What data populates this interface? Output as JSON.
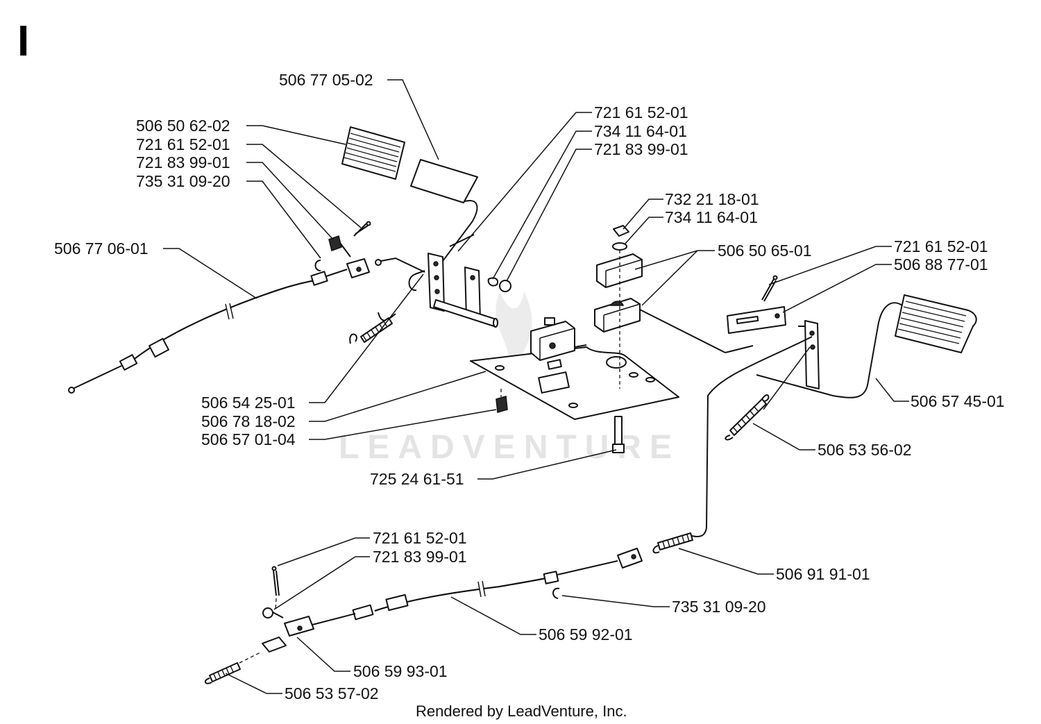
{
  "page_title": "I",
  "watermark": "LEADVENTURE",
  "footer": "Rendered by LeadVenture, Inc.",
  "callouts": {
    "p_50677_05_02": "506 77 05-02",
    "p_50650_62_02": "506 50 62-02",
    "p_72161_52_01_a": "721 61 52-01",
    "p_72183_99_01_a": "721 83 99-01",
    "p_73531_09_20_a": "735 31 09-20",
    "p_50677_06_01": "506 77 06-01",
    "p_72161_52_01_b": "721 61 52-01",
    "p_73411_64_01_a": "734 11 64-01",
    "p_72183_99_01_b": "721 83 99-01",
    "p_73221_18_01": "732 21 18-01",
    "p_73411_64_01_b": "734 11 64-01",
    "p_50650_65_01": "506 50 65-01",
    "p_72161_52_01_c": "721 61 52-01",
    "p_50688_77_01": "506 88 77-01",
    "p_50654_25_01": "506 54 25-01",
    "p_50678_18_02": "506 78 18-02",
    "p_50657_01_04": "506 57 01-04",
    "p_72524_61_51": "725 24 61-51",
    "p_50657_45_01": "506 57 45-01",
    "p_50653_56_02": "506 53 56-02",
    "p_72161_52_01_d": "721 61 52-01",
    "p_72183_99_01_c": "721 83 99-01",
    "p_50691_91_01": "506 91 91-01",
    "p_73531_09_20_b": "735 31 09-20",
    "p_50659_92_01": "506 59 92-01",
    "p_50659_93_01": "506 59 93-01",
    "p_50653_57_02": "506 53 57-02"
  }
}
